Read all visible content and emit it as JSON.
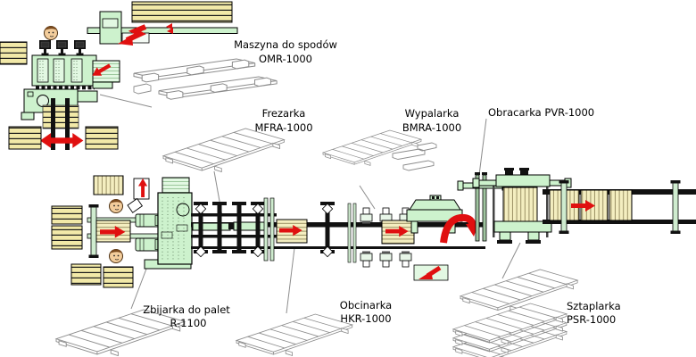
{
  "diagram": {
    "labels": {
      "omr": {
        "name": "Maszyna do spodów",
        "model": "OMR-1000"
      },
      "frezarka": {
        "name": "Frezarka",
        "model": "MFRA-1000"
      },
      "wypalarka": {
        "name": "Wypalarka",
        "model": "BMRA-1000"
      },
      "obracarka": {
        "text": "Obracarka PVR-1000"
      },
      "zbijarka": {
        "name": "Zbijarka do palet",
        "model": "R-1100"
      },
      "obcinarka": {
        "name": "Obcinarka",
        "model": "HKR-1000"
      },
      "sztaplarka": {
        "name": "Sztaplarka",
        "model": "PSR-1000"
      }
    },
    "colors": {
      "background": "#ffffff",
      "machine_fill": "#cdf2cd",
      "machine_fill_light": "#e2f8e2",
      "lumber_fill": "#f2e9a8",
      "pallet_block_fill": "#f4eec0",
      "stripe": "#9a9064",
      "arrow_red": "#e01010",
      "outline": "#000000",
      "sketch_outline": "#8c8c8c"
    },
    "icons": [
      "worker-head",
      "flow-arrow-right",
      "flow-arrow-up",
      "flow-arrow-down-left",
      "double-headed-arrow",
      "u-turn-arrow",
      "bolt-arrow"
    ]
  }
}
